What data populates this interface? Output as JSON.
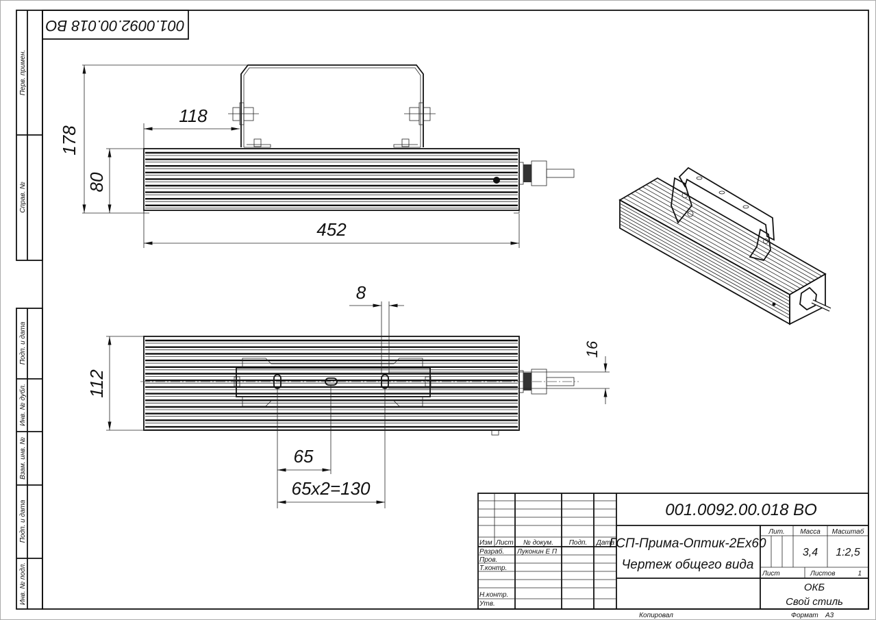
{
  "stamp_rotated": "001.0092.00.018 BO",
  "side_column": {
    "top": [
      "Перв. примен.",
      "Справ. №"
    ],
    "bottom": [
      "Подп. и дата",
      "Инв. № дубл.",
      "Взам. инв. №",
      "Подп. и дата",
      "Инв. № подл."
    ]
  },
  "dimensions": {
    "height_total": "178",
    "height_body": "80",
    "bracket_offset": "118",
    "length": "452",
    "slot_width": "8",
    "width": "112",
    "slot_offset": "16",
    "slot_pitch": "65",
    "slot_span": "65x2=130"
  },
  "title_block": {
    "doc_code": "001.0092.00.018 BO",
    "title_line1": "ГСП-Прима-Оптик-2Ex60",
    "title_line2": "Чертеж общего вида",
    "headers": {
      "izm": "Изм",
      "list": "Лист",
      "doc_no": "№ докум.",
      "sign": "Подп.",
      "date": "Дата"
    },
    "roles": {
      "developer": "Разраб.",
      "checked": "Пров.",
      "tech_control": "Т.контр.",
      "norm_control": "Н.контр.",
      "approved": "Утв."
    },
    "developer_name": "Луконин Е П",
    "lit_label": "Лит.",
    "mass_label": "Масса",
    "scale_label": "Масштаб",
    "mass_value": "3,4",
    "scale_value": "1:2,5",
    "sheet_label": "Лист",
    "sheets_label": "Листов",
    "sheets_value": "1",
    "org_line1": "ОКБ",
    "org_line2": "Свой стиль",
    "copied_label": "Копировал",
    "format_label": "Формат",
    "format_value": "А3"
  }
}
